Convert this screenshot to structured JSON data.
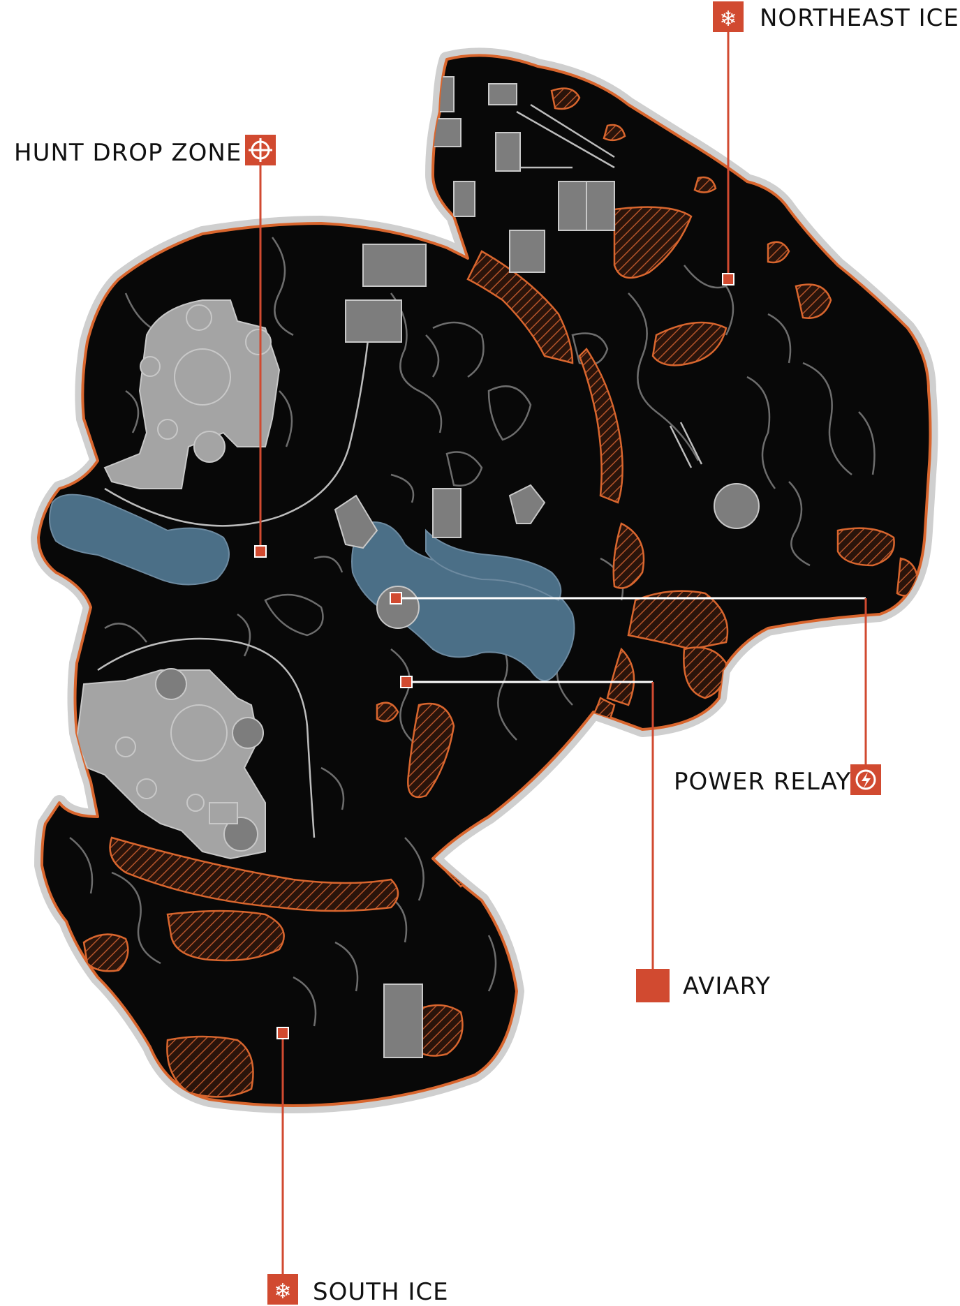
{
  "map": {
    "colors": {
      "background": "#ffffff",
      "land": "#080808",
      "outline": "#d9662e",
      "halo": "#cfcfcf",
      "water": "#4b6f87",
      "building_light": "#a4a4a4",
      "building_dark": "#7d7d7d",
      "hazard": "#b5542a",
      "terrain_lines": "#707070",
      "marker": "#d14a30"
    },
    "markers": [
      {
        "id": "hunt-drop-zone",
        "label": "HUNT DROP ZONE",
        "icon": "crosshair-icon"
      },
      {
        "id": "northeast-ice",
        "label": "NORTHEAST ICE",
        "icon": "snowflake-icon"
      },
      {
        "id": "power-relay",
        "label": "POWER RELAY",
        "icon": "power-bolt-icon"
      },
      {
        "id": "aviary",
        "label": "AVIARY",
        "icon": "square-marker-icon"
      },
      {
        "id": "south-ice",
        "label": "SOUTH ICE",
        "icon": "snowflake-icon"
      }
    ]
  }
}
